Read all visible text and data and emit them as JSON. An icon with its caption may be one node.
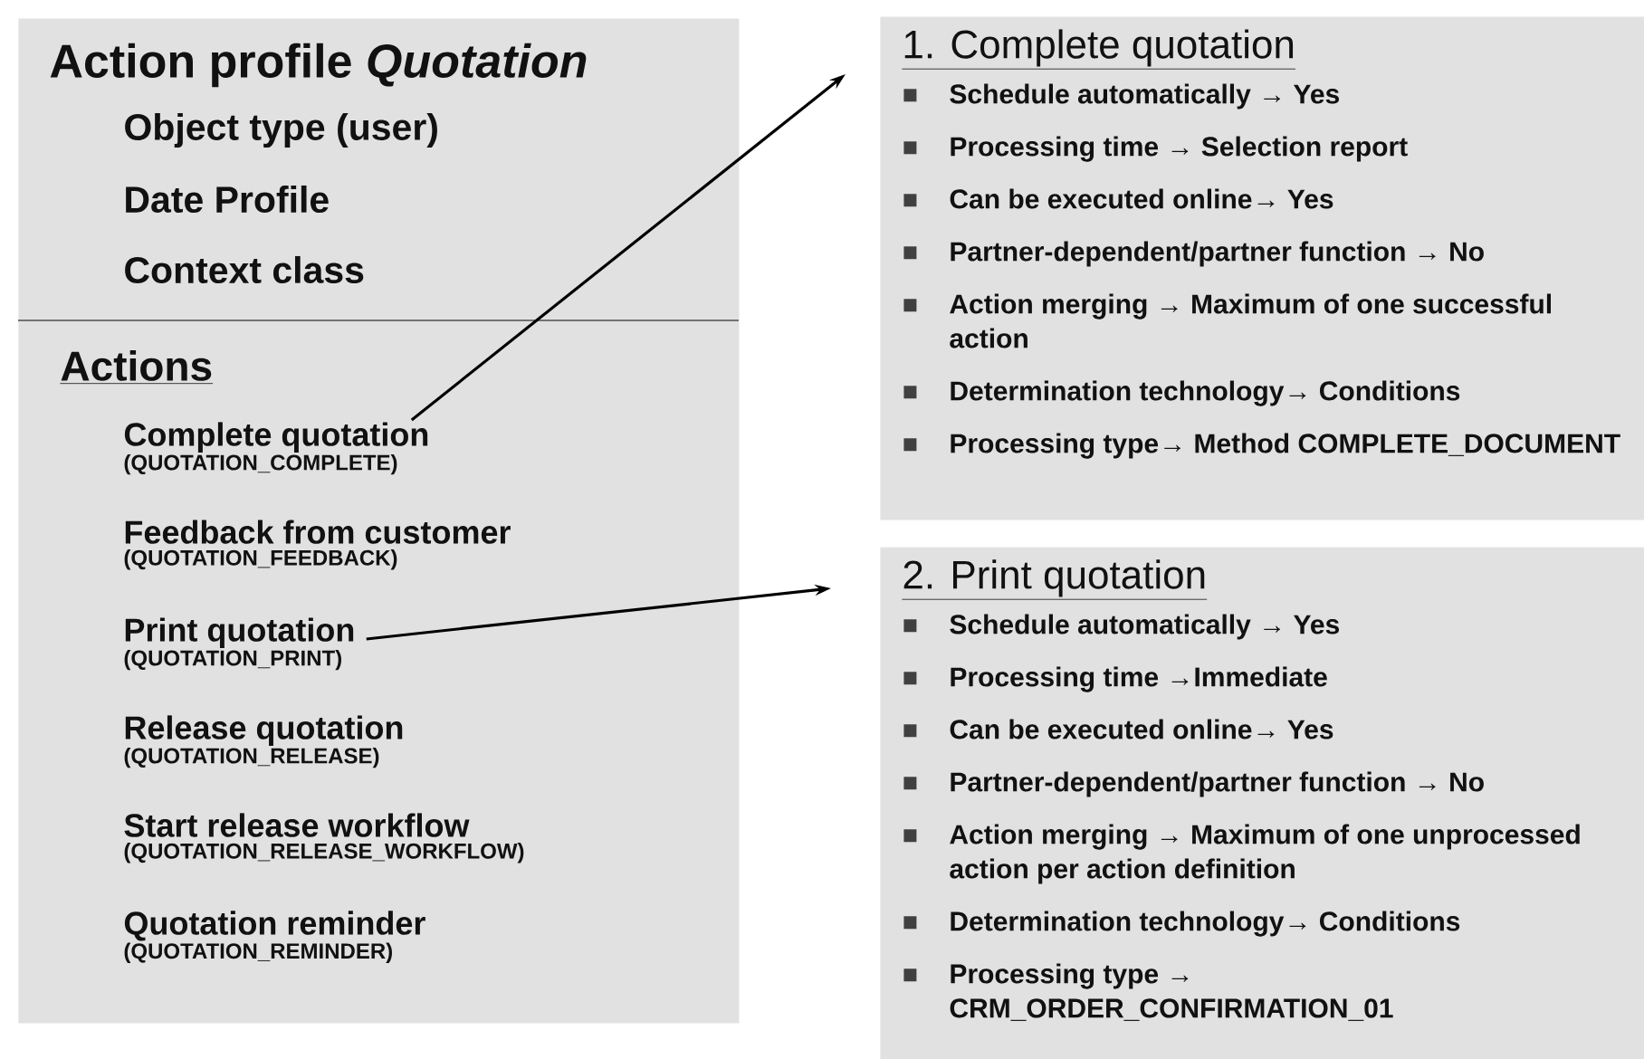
{
  "diagram": {
    "nodes": [
      {
        "text": [
          "Action profile *Quotation*",
          "Object type (user)",
          "Date Profile",
          "Context class",
          "Actions"
        ]
      },
      {
        "text": [
          "Complete quotation",
          "(QUOTATION_COMPLETE)"
        ],
        "in": 0
      },
      {
        "text": [
          "Feedback from customer",
          "(QUOTATION_FEEDBACK)"
        ],
        "in": 0
      },
      {
        "text": [
          "Print quotation",
          "(QUOTATION_PRINT)"
        ],
        "in": 0
      },
      {
        "text": [
          "Release quotation",
          "(QUOTATION_RELEASE)"
        ],
        "in": 0
      },
      {
        "text": [
          "Start release workflow",
          "(QUOTATION_RELEASE_WORKFLOW)"
        ],
        "in": 0
      },
      {
        "text": [
          "Quotation reminder",
          "(QUOTATION_REMINDER)"
        ],
        "in": 0
      },
      {
        "text": [
          "1. Complete quotation",
          "Schedule automatically → Yes",
          "Processing time → Selection report",
          "Can be executed online→ Yes",
          "Partner-dependent/partner function → No",
          "Action merging → Maximum of one successful action",
          "Determination technology→ Conditions",
          "Processing type→ Method COMPLETE_DOCUMENT"
        ]
      },
      {
        "text": [
          "2. Print quotation",
          "Schedule automatically → Yes",
          "Processing time →Immediate",
          "Can be executed online→ Yes",
          "Partner-dependent/partner function → No",
          "Action merging → Maximum of one unprocessed action per action definition",
          "Determination technology→ Conditions",
          "Processing type → CRM_ORDER_CONFIRMATION_01"
        ]
      }
    ],
    "edges": [
      {
        "from": 1,
        "to": 7,
        "arrow": "to"
      },
      {
        "from": 3,
        "to": 8,
        "arrow": "to"
      }
    ]
  }
}
